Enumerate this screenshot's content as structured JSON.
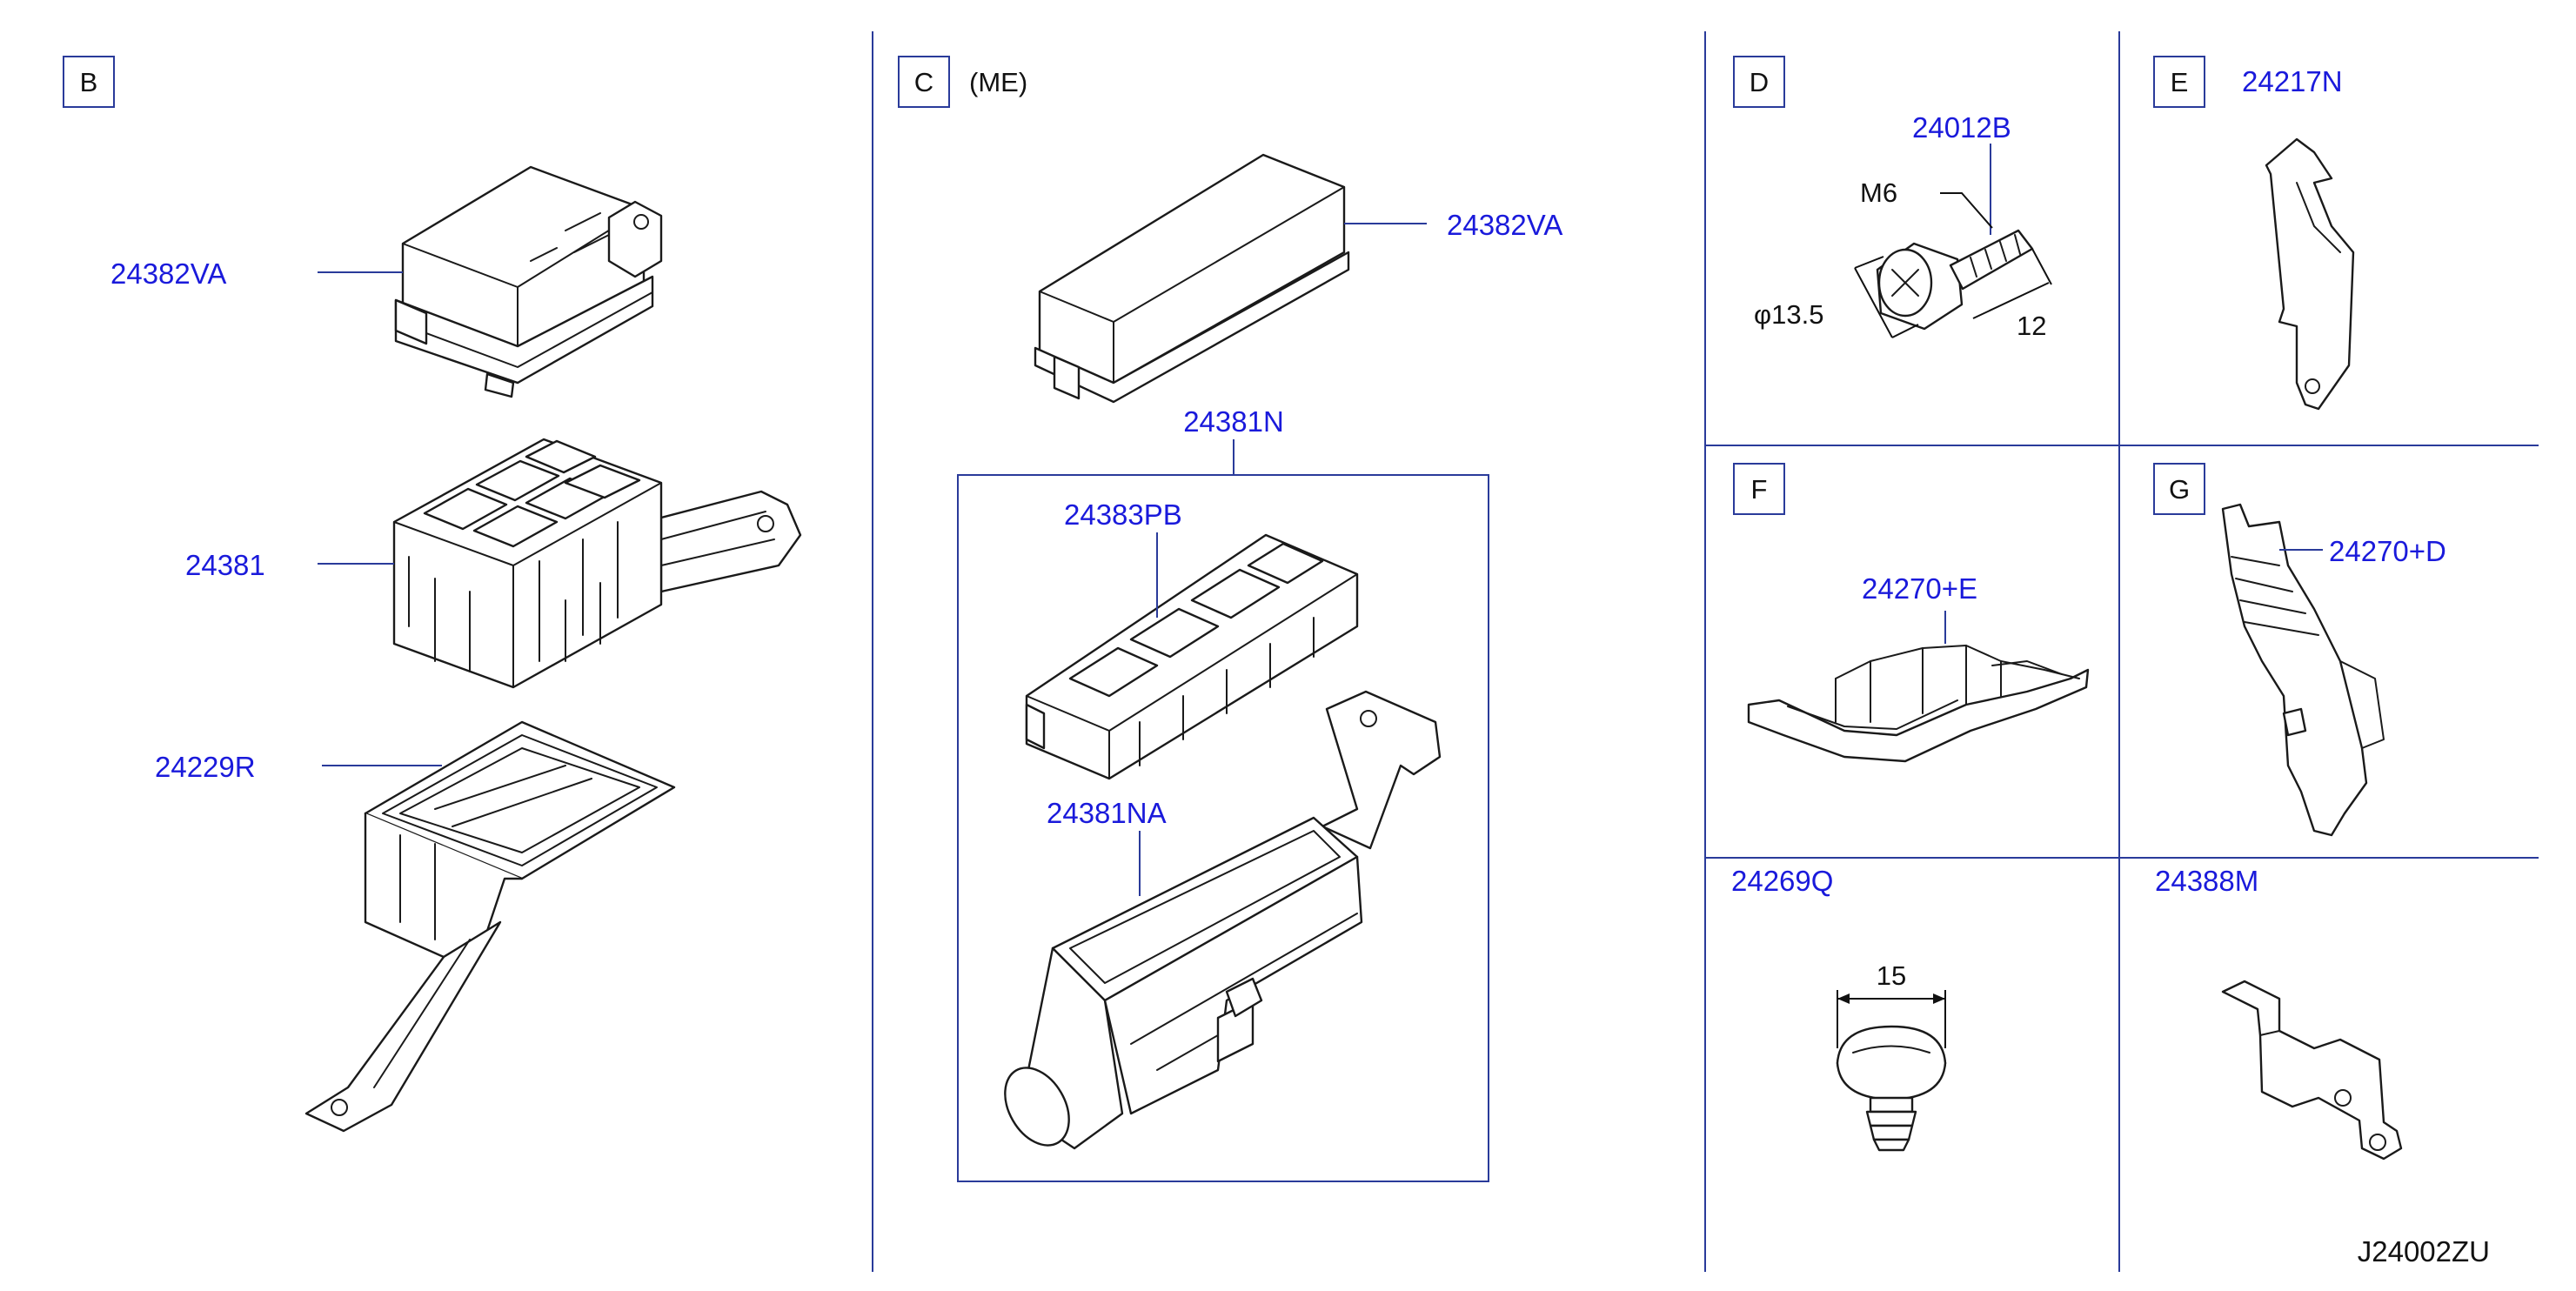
{
  "sections": [
    {
      "id": "B",
      "note": ""
    },
    {
      "id": "C",
      "note": "(ME)"
    },
    {
      "id": "D",
      "note": ""
    },
    {
      "id": "E",
      "note": ""
    },
    {
      "id": "F",
      "note": ""
    },
    {
      "id": "G",
      "note": ""
    }
  ],
  "part_labels": {
    "b_cover": "24382VA",
    "b_block": "24381",
    "b_bracket": "24229R",
    "c_cover": "24382VA",
    "c_assembly": "24381N",
    "c_insert": "24383PB",
    "c_holder": "24381NA",
    "d_bolt": "24012B",
    "e_bracket": "24217N",
    "f_protector": "24270+E",
    "g_protector": "24270+D",
    "clip": "24269Q",
    "bracket_small": "24388M"
  },
  "dimensions": {
    "thread": "M6",
    "head_diameter": "φ13.5",
    "length": "12",
    "clip_width": "15"
  },
  "reference_code": "J24002ZU"
}
